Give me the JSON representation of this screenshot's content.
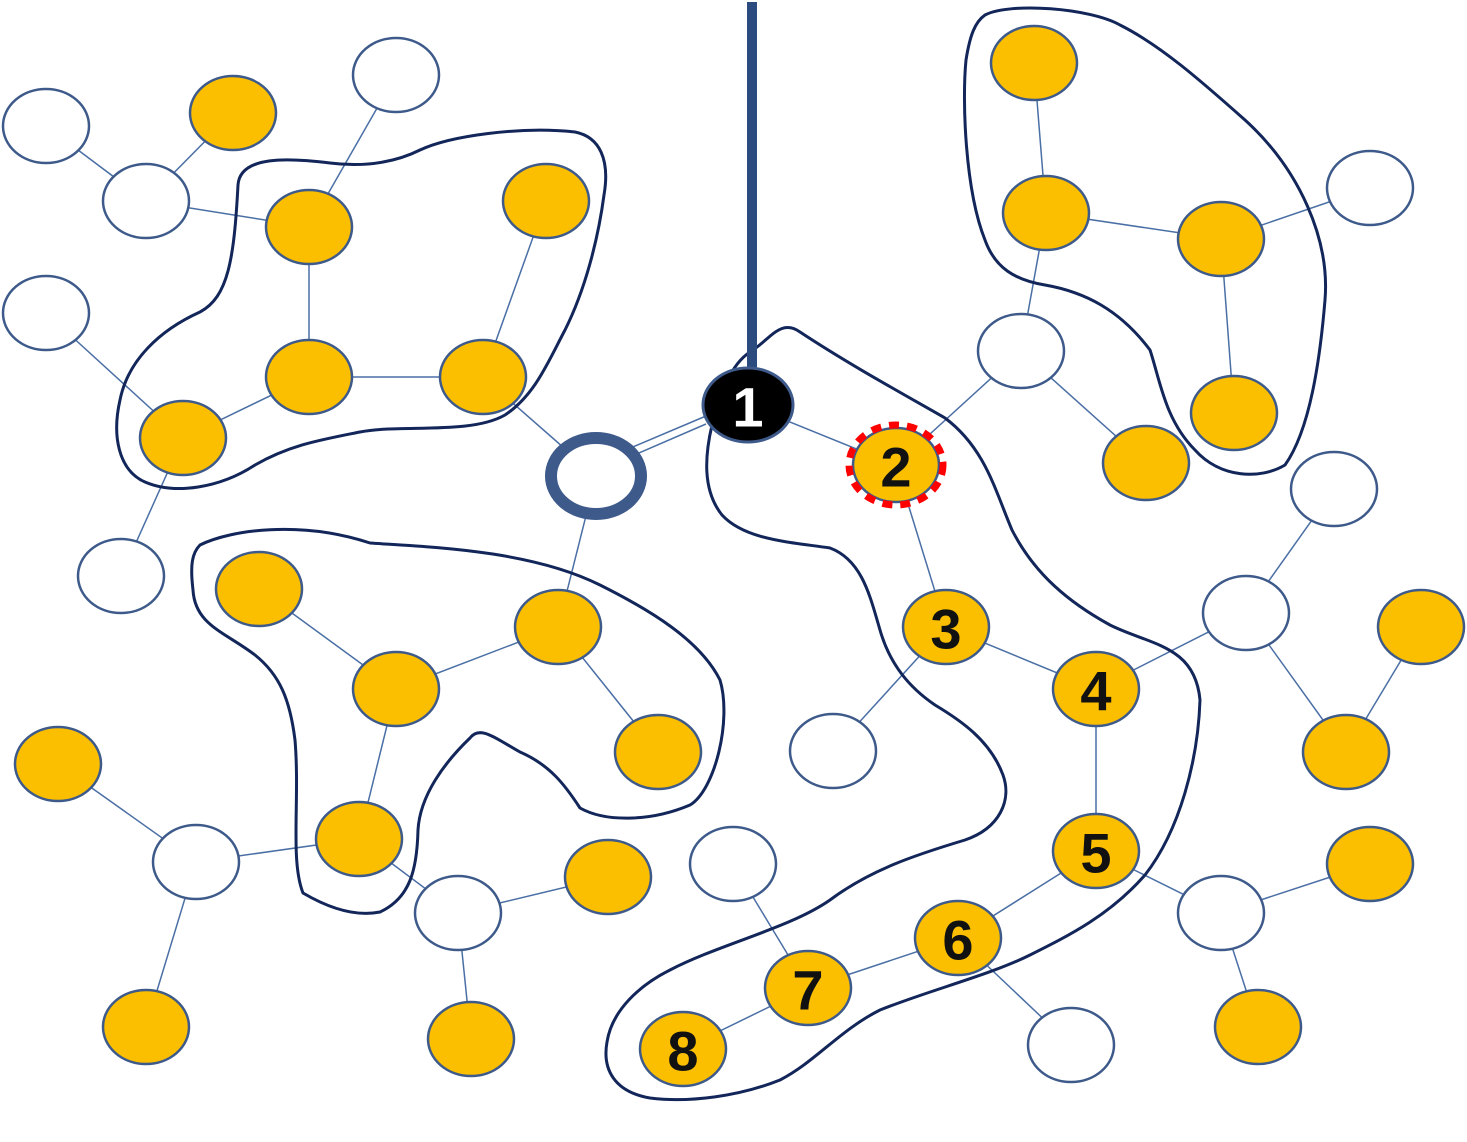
{
  "colors": {
    "filled": "#fbbf00",
    "empty": "#ffffff",
    "node_stroke": "#3d5a8a",
    "edge": "#4a6fa5",
    "region": "#13265a",
    "source": "#000000",
    "ring": "#3d5a8a",
    "highlight": "#ff0000",
    "label_dark": "#111111",
    "label_light": "#ffffff"
  },
  "labels": {
    "n1": "1",
    "n2": "2",
    "n3": "3",
    "n4": "4",
    "n5": "5",
    "n6": "6",
    "n7": "7",
    "n8": "8"
  }
}
